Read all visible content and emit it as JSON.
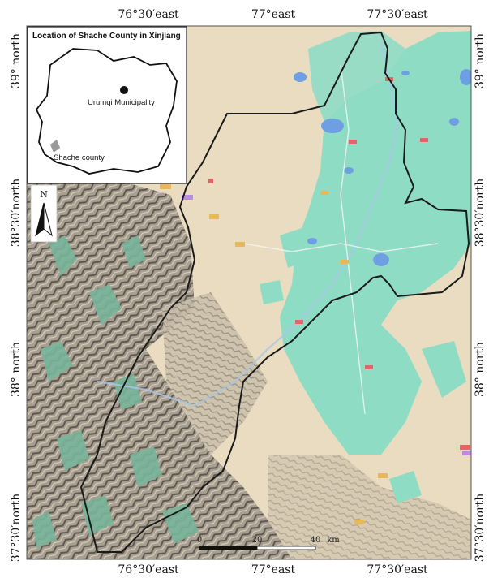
{
  "map": {
    "top_lon_labels": [
      "76°30′east",
      "77°east",
      "77°30′east"
    ],
    "bottom_lon_labels": [
      "76°30′east",
      "77°east",
      "77°30′east"
    ],
    "left_lat_labels": [
      "39° north",
      "38°30′north",
      "38° north",
      "37°30′north"
    ],
    "right_lat_labels": [
      "39° north",
      "38°30′north",
      "38° north",
      "37°30′north"
    ]
  },
  "inset": {
    "title": "Location of Shache County in Xinjiang",
    "capital_label": "Urumqi Municipality",
    "county_label": "Shache county"
  },
  "north_arrow": {
    "label": "N"
  },
  "scale_bar": {
    "ticks": [
      "0",
      "20",
      "40"
    ],
    "unit": "km"
  },
  "colors": {
    "desert": "#e9dcc0",
    "oasis": "#8fdcc5",
    "water": "#6f9fe3",
    "mountain_dark": "#6f6a62",
    "mountain_light": "#b7ad9d",
    "mountain_green": "#78b59a",
    "boundary": "#1a1a1a"
  }
}
